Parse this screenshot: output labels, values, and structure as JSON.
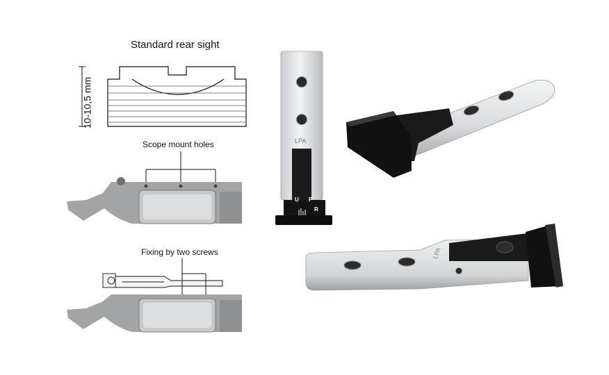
{
  "labels": {
    "standard_rear_sight": "Standard rear sight",
    "dimension": "10-10,5 mm",
    "scope_mount_holes": "Scope mount holes",
    "fixing_by_two_screws": "Fixing by two screws"
  },
  "sight_markings": {
    "brand": "LPA",
    "up_label": "U",
    "up_arrow": "P",
    "right_label": "R"
  },
  "colors": {
    "line": "#111111",
    "steel_light": "#e6e8ea",
    "steel_mid": "#c4c7ca",
    "steel_dark": "#8c9094",
    "revolver_gray": "#9a9a9a",
    "black_part": "#141414"
  }
}
